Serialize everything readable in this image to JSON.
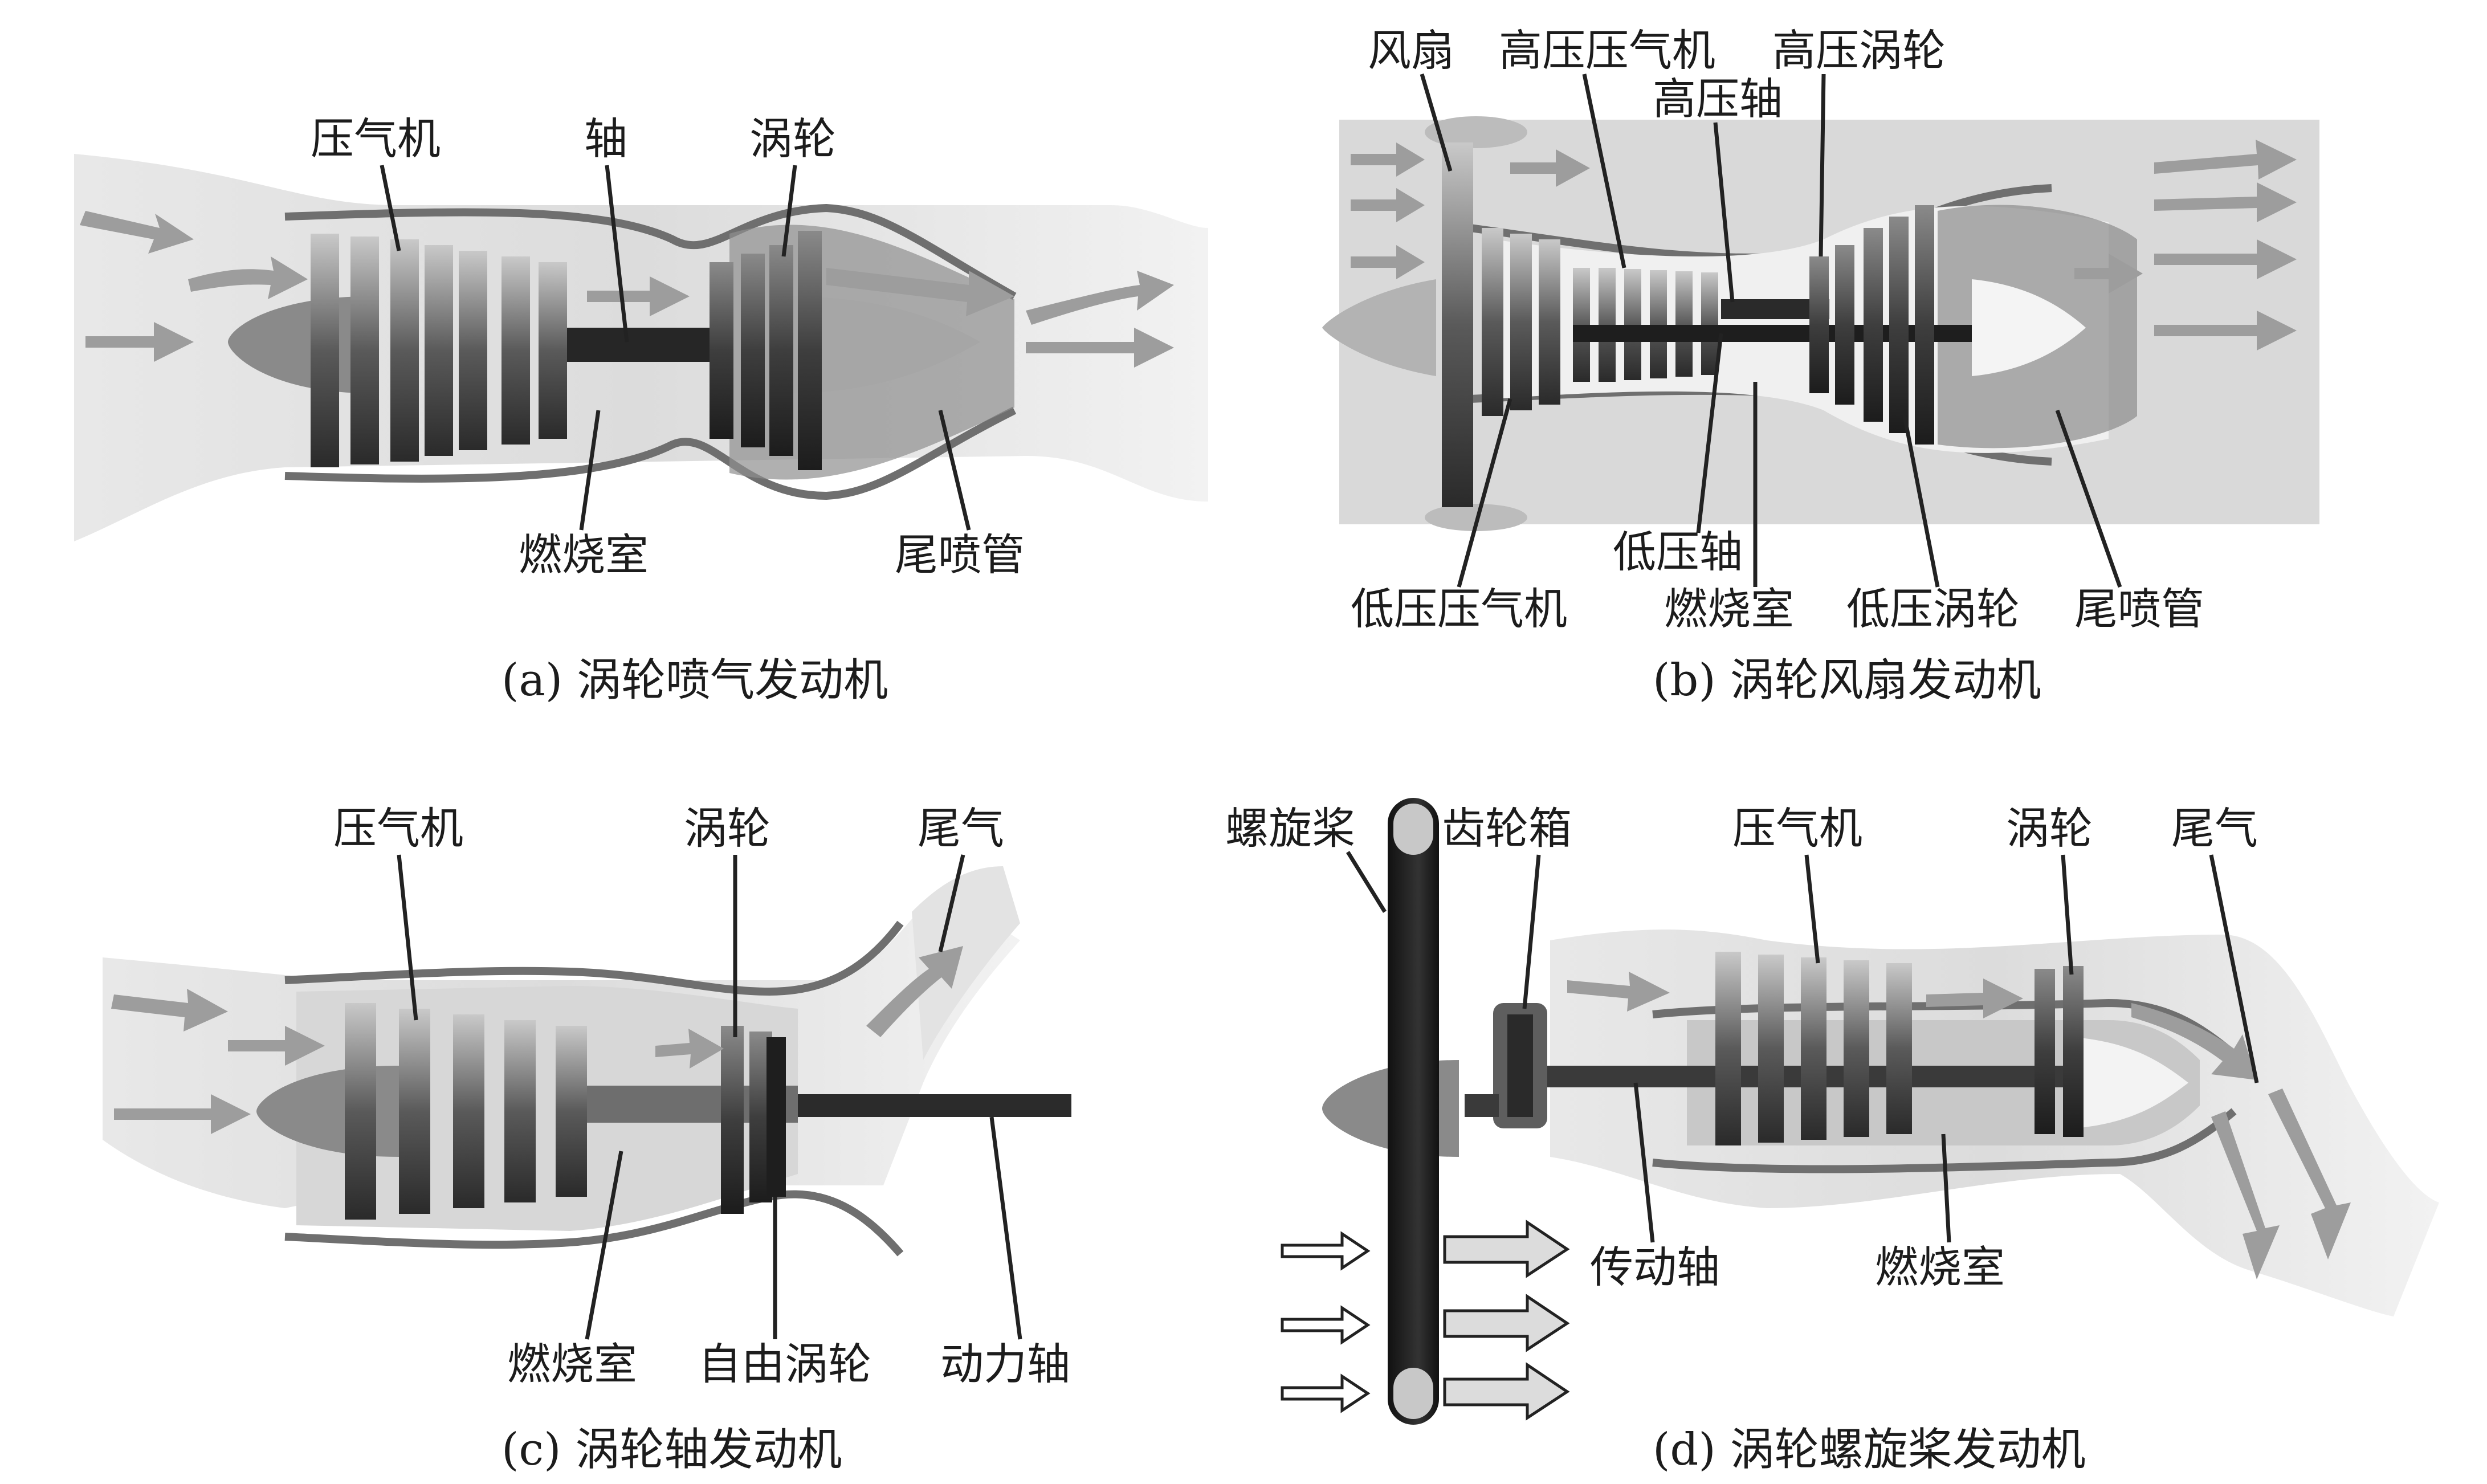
{
  "panels": {
    "a": {
      "caption": "(a) 涡轮喷气发动机",
      "labels": {
        "compressor": "压气机",
        "shaft": "轴",
        "turbine": "涡轮",
        "combustor": "燃烧室",
        "nozzle": "尾喷管"
      }
    },
    "b": {
      "caption": "(b) 涡轮风扇发动机",
      "labels": {
        "fan": "风扇",
        "hp_compressor": "高压压气机",
        "hp_turbine": "高压涡轮",
        "hp_shaft": "高压轴",
        "lp_compressor": "低压压气机",
        "lp_shaft": "低压轴",
        "combustor": "燃烧室",
        "lp_turbine": "低压涡轮",
        "nozzle": "尾喷管"
      }
    },
    "c": {
      "caption": "(c) 涡轮轴发动机",
      "labels": {
        "compressor": "压气机",
        "turbine": "涡轮",
        "exhaust": "尾气",
        "combustor": "燃烧室",
        "free_turbine": "自由涡轮",
        "power_shaft": "动力轴"
      }
    },
    "d": {
      "caption": "(d) 涡轮螺旋桨发动机",
      "labels": {
        "propeller": "螺旋桨",
        "gearbox": "齿轮箱",
        "compressor": "压气机",
        "turbine": "涡轮",
        "exhaust": "尾气",
        "drive_shaft": "传动轴",
        "combustor": "燃烧室"
      }
    }
  },
  "colors": {
    "stroke": "#222222",
    "airflow": "#9d9d9d",
    "casing": "#6f6f6f",
    "background_gray": "#d9d9d9"
  }
}
